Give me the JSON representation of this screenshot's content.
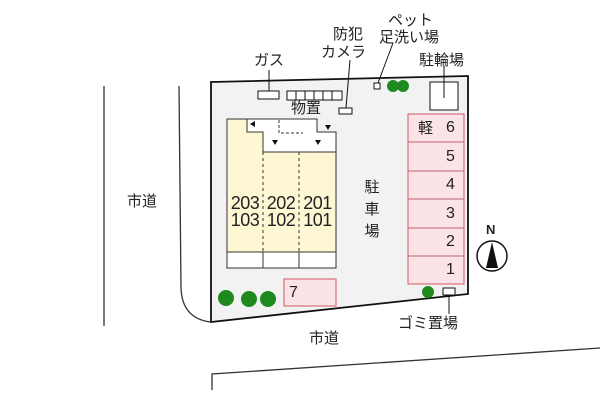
{
  "map": {
    "colors": {
      "lot_fill": "#f2f2f2",
      "building_fill": "#fdf8d3",
      "parking_fill": "#fce3e8",
      "parking_stroke": "#d9707f",
      "tree": "#1e8a1e",
      "line": "#111111"
    },
    "roads": {
      "west": "市道",
      "south": "市道"
    },
    "facilities": {
      "gas": "ガス",
      "camera_line1": "防犯",
      "camera_line2": "カメラ",
      "pet_line1": "ペット",
      "pet_line2": "足洗い場",
      "bicycle": "駐輪場",
      "storage": "物置",
      "parking_label": [
        "駐",
        "車",
        "場"
      ],
      "garbage": "ゴミ置場"
    },
    "units": [
      {
        "upper": "203",
        "lower": "103"
      },
      {
        "upper": "202",
        "lower": "102"
      },
      {
        "upper": "201",
        "lower": "101"
      }
    ],
    "parking_spaces": [
      {
        "number": "6",
        "note": "軽"
      },
      {
        "number": "5",
        "note": ""
      },
      {
        "number": "4",
        "note": ""
      },
      {
        "number": "3",
        "note": ""
      },
      {
        "number": "2",
        "note": ""
      },
      {
        "number": "1",
        "note": ""
      }
    ],
    "extra_parking": {
      "number": "7"
    },
    "compass": {
      "label": "N"
    }
  }
}
